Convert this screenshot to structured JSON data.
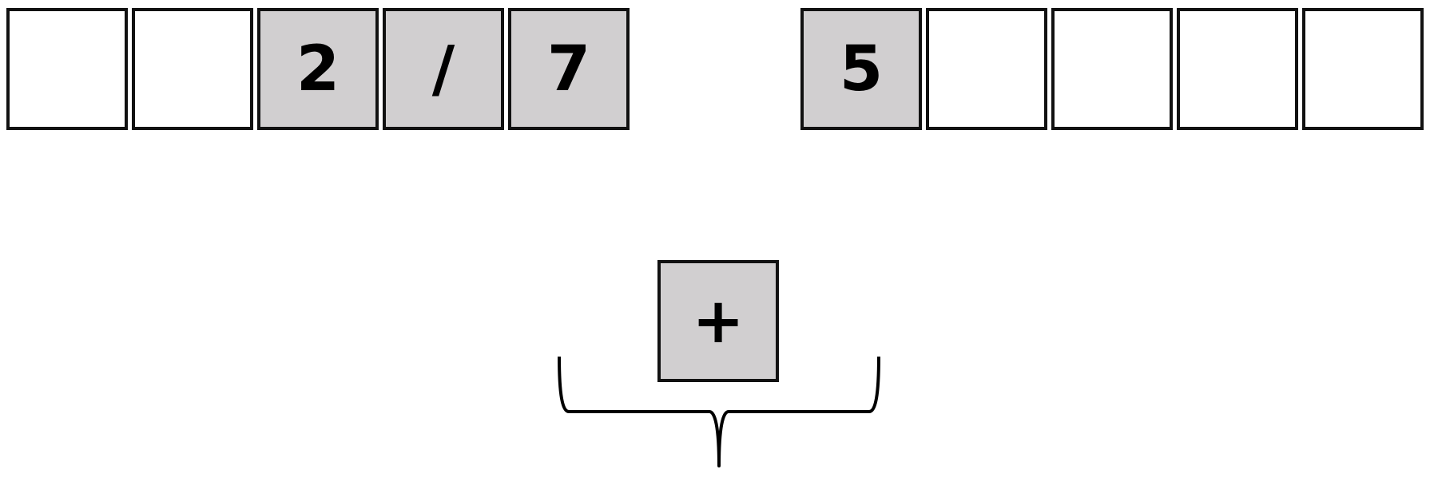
{
  "colors": {
    "filled_tile": "#d1cfd0",
    "empty_tile": "#ffffff",
    "border": "#111111"
  },
  "left_row": [
    "",
    "",
    "2",
    "/",
    "7"
  ],
  "right_row": [
    "5",
    "",
    "",
    "",
    ""
  ],
  "operator": "+"
}
